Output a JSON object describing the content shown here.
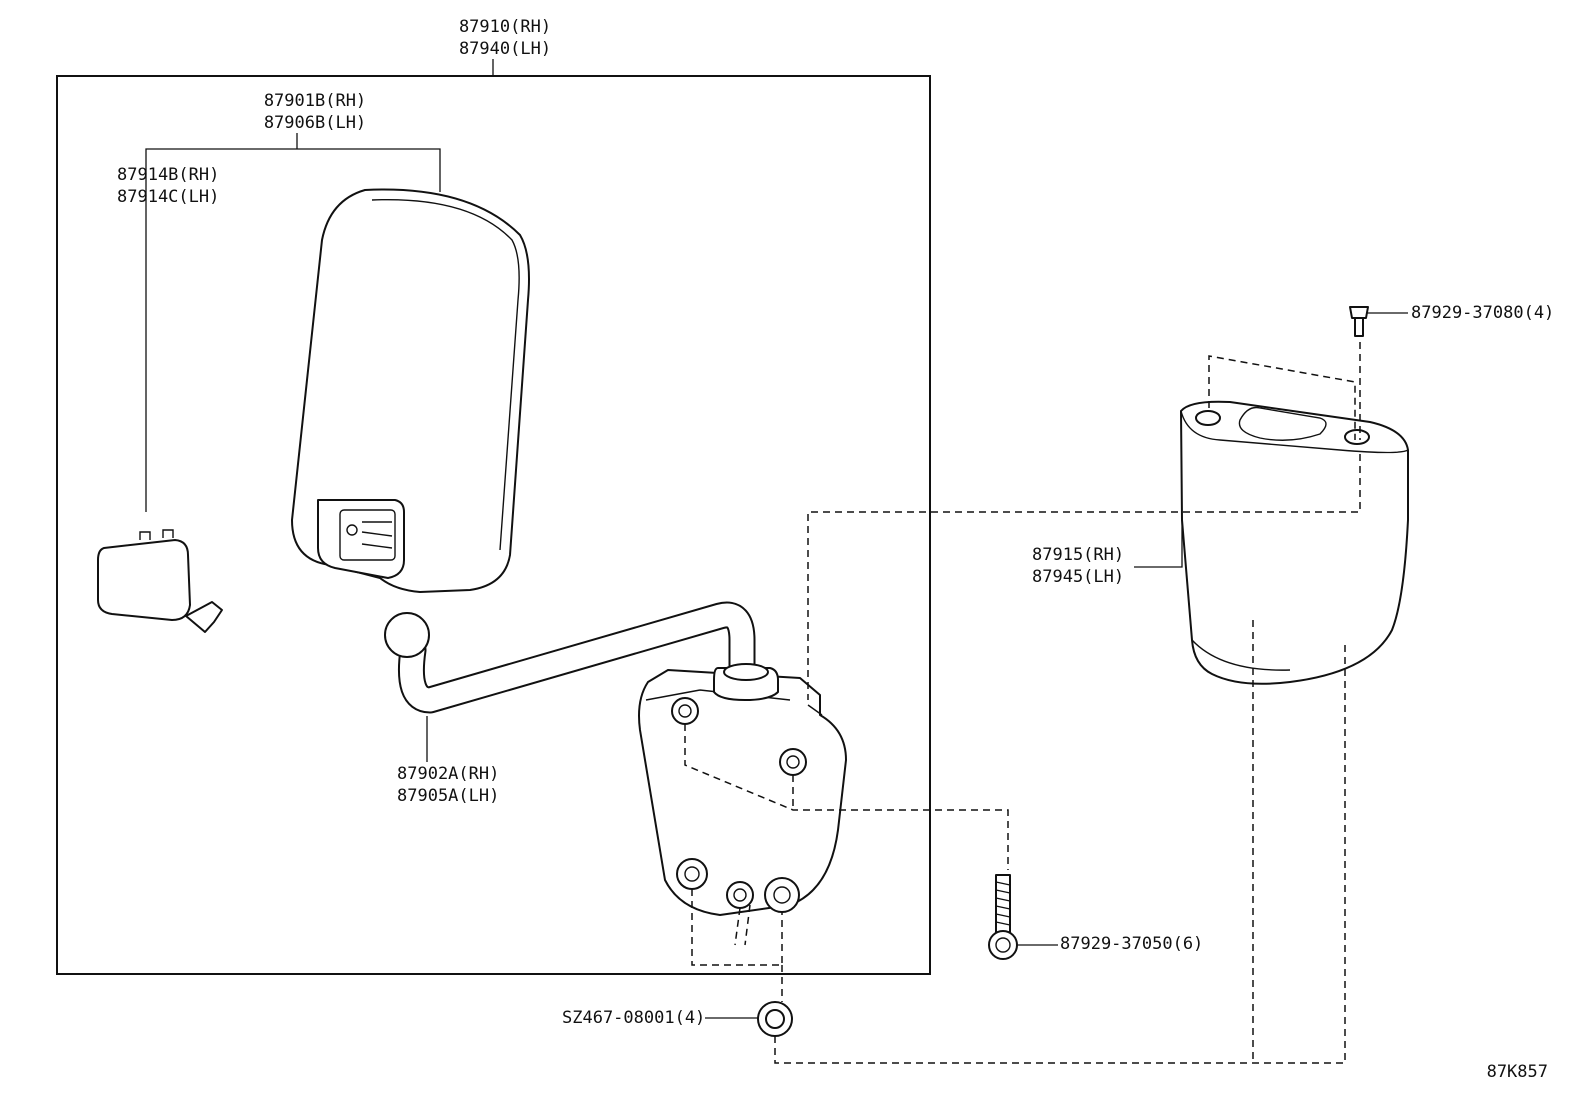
{
  "labels": {
    "assembly": {
      "rh": "87910(RH)",
      "lh": "87940(LH)"
    },
    "mirror": {
      "rh": "87901B(RH)",
      "lh": "87906B(LH)"
    },
    "cover": {
      "rh": "87914B(RH)",
      "lh": "87914C(LH)"
    },
    "arm": {
      "rh": "87902A(RH)",
      "lh": "87905A(LH)"
    },
    "bracket_cover": {
      "rh": "87915(RH)",
      "lh": "87945(LH)"
    },
    "screw_small": "87929-37080(4)",
    "bolt": "87929-37050(6)",
    "nut": "SZ467-08001(4)",
    "figure_code": "87K857"
  }
}
